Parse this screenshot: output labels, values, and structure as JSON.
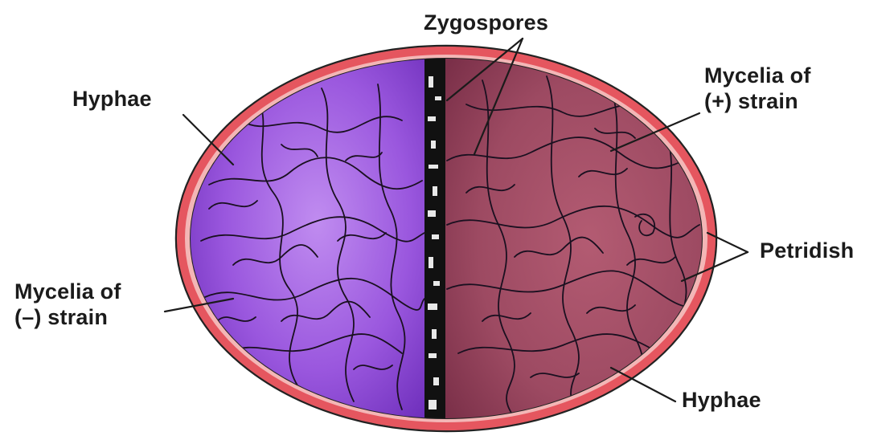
{
  "diagram": {
    "labels": {
      "zygospores": "Zygospores",
      "hyphae_top": "Hyphae",
      "mycelia_plus_line1": "Mycelia of",
      "mycelia_plus_line2": "(+) strain",
      "petridish": "Petridish",
      "mycelia_minus_line1": "Mycelia of",
      "mycelia_minus_line2": "(–) strain",
      "hyphae_bottom": "Hyphae"
    },
    "colors": {
      "dish_rim": "#e5565f",
      "minus_strain": "#8a3fd0",
      "plus_strain": "#8f3f55",
      "zygospore_band": "#111111",
      "hyphae_lines": "#1a1020"
    }
  }
}
